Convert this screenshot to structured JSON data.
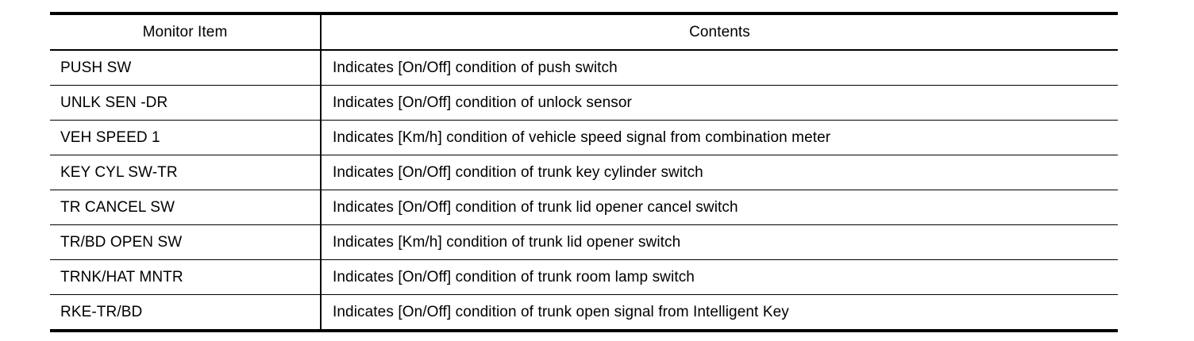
{
  "table": {
    "headers": {
      "item": "Monitor Item",
      "contents": "Contents"
    },
    "rows": [
      {
        "item": "PUSH SW",
        "contents": "Indicates [On/Off] condition of push switch"
      },
      {
        "item": "UNLK SEN -DR",
        "contents": "Indicates [On/Off] condition of unlock sensor"
      },
      {
        "item": "VEH SPEED 1",
        "contents": "Indicates [Km/h] condition of vehicle speed signal from combination meter"
      },
      {
        "item": "KEY CYL SW-TR",
        "contents": "Indicates [On/Off] condition of trunk key cylinder switch"
      },
      {
        "item": "TR CANCEL SW",
        "contents": "Indicates [On/Off] condition of trunk lid opener cancel switch"
      },
      {
        "item": "TR/BD OPEN SW",
        "contents": "Indicates [Km/h] condition of trunk lid opener switch"
      },
      {
        "item": "TRNK/HAT MNTR",
        "contents": "Indicates [On/Off] condition of trunk room lamp switch"
      },
      {
        "item": "RKE-TR/BD",
        "contents": "Indicates [On/Off] condition of trunk open signal from Intelligent Key"
      }
    ]
  }
}
